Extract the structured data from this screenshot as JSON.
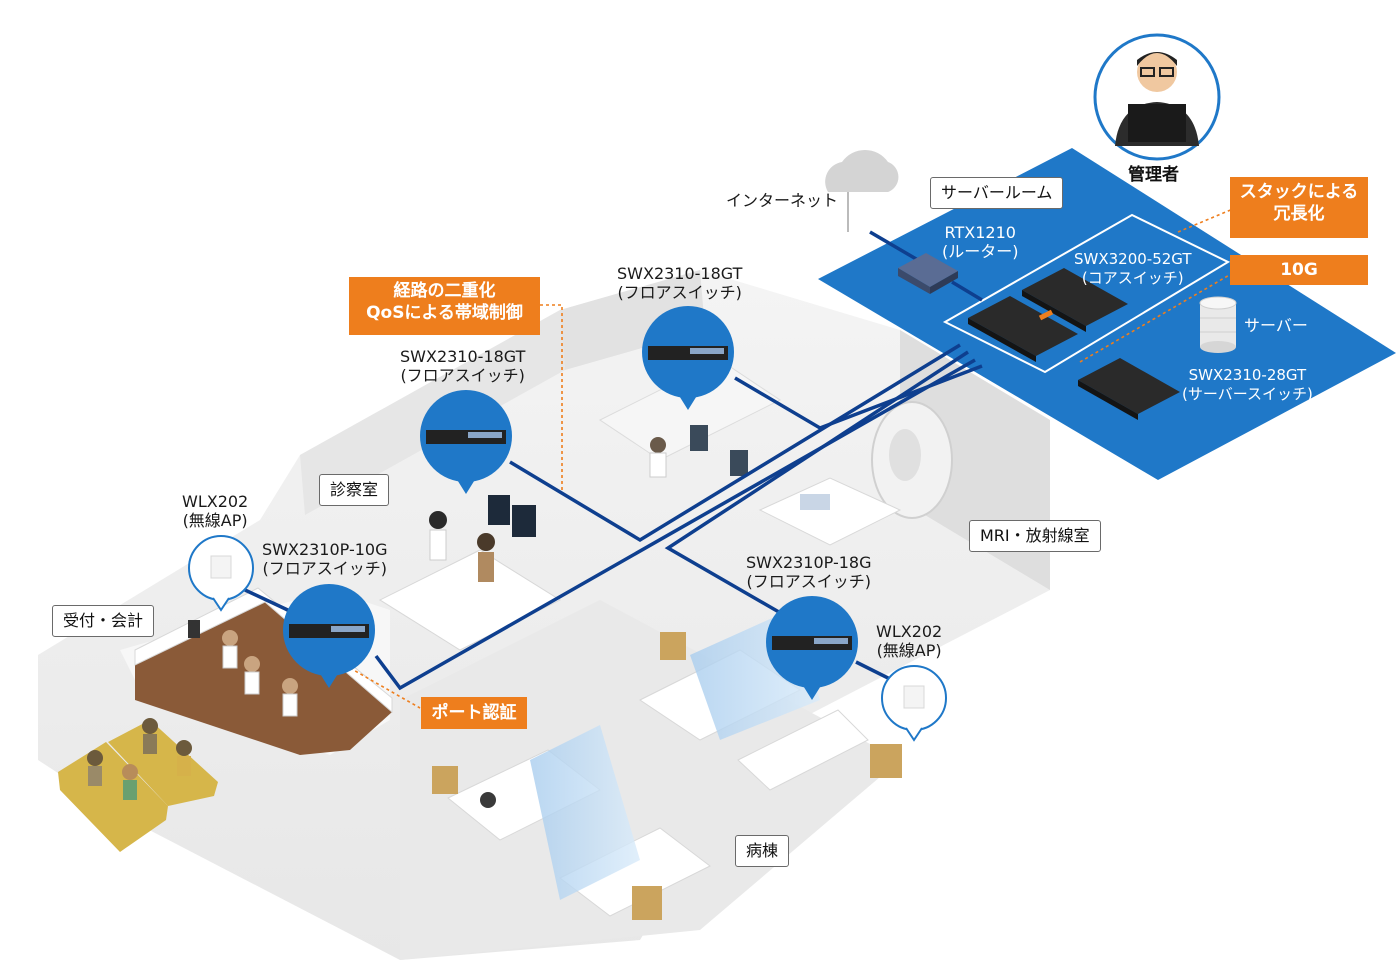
{
  "admin": {
    "label": "管理者"
  },
  "internet": {
    "label": "インターネット"
  },
  "server_room": {
    "title": "サーバールーム",
    "router": {
      "model": "RTX1210",
      "role": "(ルーター)"
    },
    "core_switch": {
      "model": "SWX3200-52GT",
      "role": "(コアスイッチ)"
    },
    "server": {
      "label": "サーバー"
    },
    "server_switch": {
      "model": "SWX2310-28GT",
      "role": "(サーバースイッチ)"
    }
  },
  "tags": {
    "stack": [
      "スタックによる",
      "冗長化"
    ],
    "ten_g": "10G",
    "redundancy": [
      "経路の二重化",
      "QoSによる帯域制御"
    ],
    "port_auth": "ポート認証"
  },
  "rooms": {
    "exam": "診察室",
    "reception": "受付・会計",
    "mri": "MRI・放射線室",
    "ward": "病棟"
  },
  "switches": {
    "sw_mri": {
      "model": "SWX2310-18GT",
      "role": "(フロアスイッチ)"
    },
    "sw_exam": {
      "model": "SWX2310-18GT",
      "role": "(フロアスイッチ)"
    },
    "sw_reception": {
      "model": "SWX2310P-10G",
      "role": "(フロアスイッチ)"
    },
    "sw_ward": {
      "model": "SWX2310P-18G",
      "role": "(フロアスイッチ)"
    }
  },
  "access_points": {
    "ap_reception": {
      "model": "WLX202",
      "role": "(無線AP)"
    },
    "ap_ward": {
      "model": "WLX202",
      "role": "(無線AP)"
    }
  },
  "colors": {
    "accent_blue": "#1f78c8",
    "line_blue": "#0e3f8f",
    "tag_orange": "#ee7e1d",
    "floor_gray": "#ececec"
  }
}
